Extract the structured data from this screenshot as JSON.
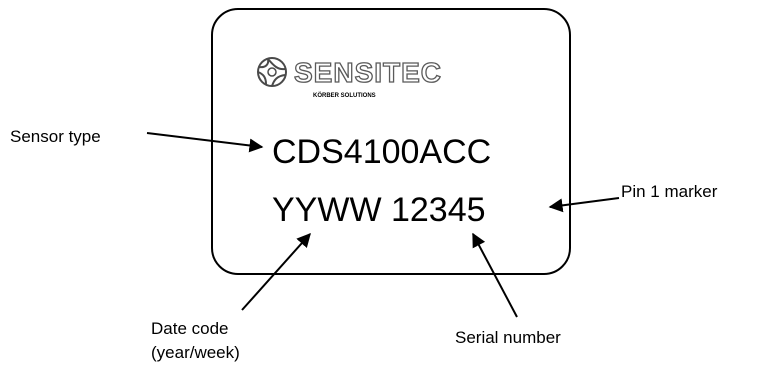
{
  "logo": {
    "brand": "SENSITEC",
    "tagline": "KÖRBER SOLUTIONS"
  },
  "chip": {
    "sensor_type_text": "CDS4100ACC",
    "code_line_text": "YYWW 12345"
  },
  "callouts": {
    "sensor_type": "Sensor type",
    "pin1_marker": "Pin 1 marker",
    "date_code_line1": "Date code",
    "date_code_line2": "(year/week)",
    "serial_number": "Serial number"
  }
}
